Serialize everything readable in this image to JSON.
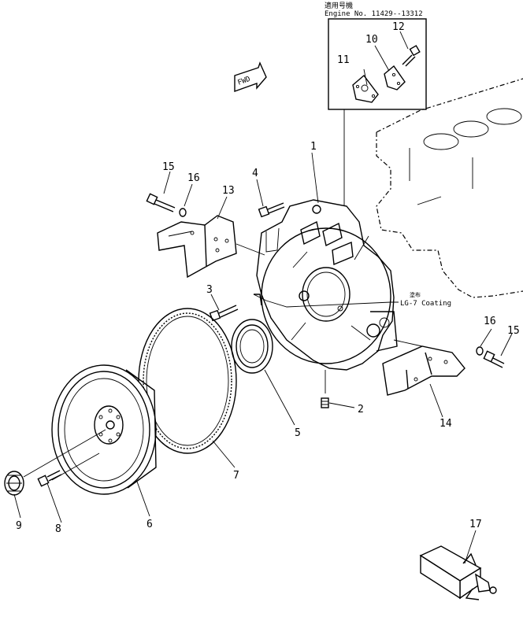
{
  "inset": {
    "header_cn": "適用号機",
    "engine_range": "Engine No. 11429--13312"
  },
  "fwd_label": "FWD",
  "coating": {
    "label_cn": "塗布",
    "label": "LG-7 Coating"
  },
  "callouts": [
    "1",
    "2",
    "3",
    "4",
    "5",
    "6",
    "7",
    "8",
    "9",
    "10",
    "11",
    "12",
    "13",
    "14",
    "15",
    "15",
    "16",
    "16",
    "17"
  ]
}
